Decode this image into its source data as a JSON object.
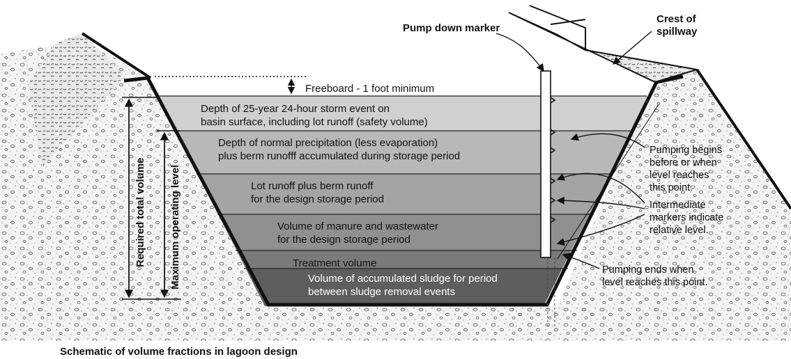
{
  "diagram": {
    "callouts": {
      "pump_down_marker": "Pump down marker",
      "crest_line1": "Crest of",
      "crest_line2": "spillway"
    },
    "layers": {
      "freeboard": "Freeboard - 1 foot minimum",
      "storm_line1": "Depth of 25-year 24-hour storm event on",
      "storm_line2": "basin surface, including lot runoff (safety volume)",
      "precip_line1": "Depth of normal precipitation (less evaporation)",
      "precip_line2": "plus berm runofff accumulated during storage period",
      "lot_line1": "Lot runoff plus berm runoff",
      "lot_line2": "for the design storage period",
      "manure_line1": "Volume of manure and wastewater",
      "manure_line2": "for the design storage period",
      "treatment": "Treatment volume",
      "sludge_line1": "Volume of accumulated sludge for period",
      "sludge_line2": "between sludge removal events"
    },
    "dimensions": {
      "required_total": "Required total volume",
      "max_operating": "Maximum operating level"
    },
    "notes": {
      "begin_line1": "Pumping begins",
      "begin_line2": "before or when",
      "begin_line3": "level reaches",
      "begin_line4": "this point.",
      "inter_line1": "Intermediate",
      "inter_line2": "markers indicate",
      "inter_line3": "relative level.",
      "end_line1": "Pumping ends when",
      "end_line2": "level reaches this point."
    },
    "caption": "Schematic of volume fractions in lagoon design",
    "colors": {
      "storm": "#d0d0d0",
      "precip": "#b8b8b8",
      "lot": "#a4a4a4",
      "manure": "#909090",
      "treatment": "#7a7a7a",
      "sludge": "#5e5e5e",
      "earth": "#f2f2f2"
    }
  }
}
